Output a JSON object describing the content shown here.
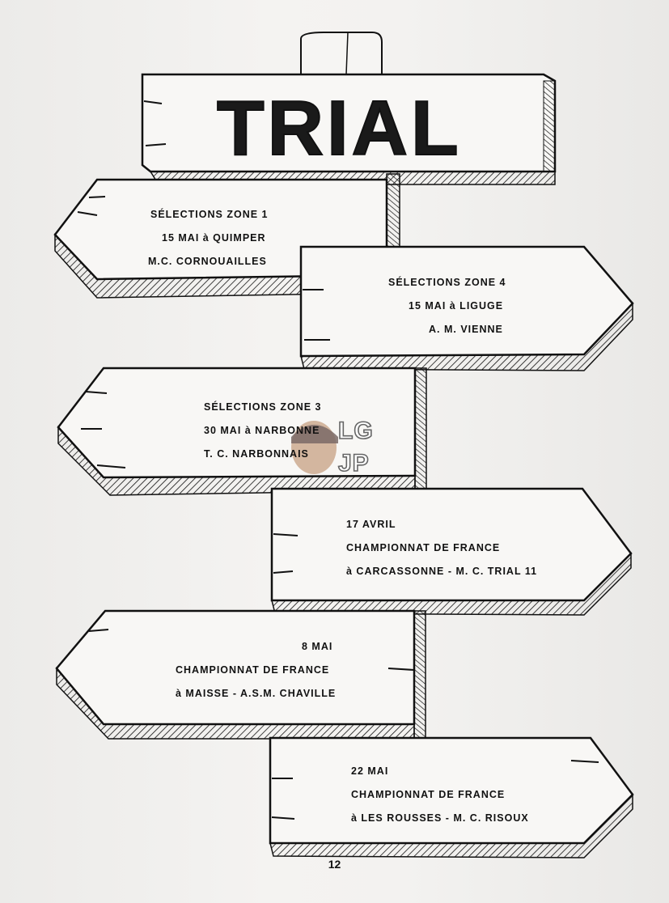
{
  "header": {
    "title": "TRIAL"
  },
  "signs": [
    {
      "lines": [
        "SÉLECTIONS ZONE 1",
        "15 MAI à QUIMPER",
        "M.C. CORNOUAILLES"
      ]
    },
    {
      "lines": [
        "SÉLECTIONS ZONE 4",
        "15 MAI à LIGUGE",
        "A. M. VIENNE"
      ]
    },
    {
      "lines": [
        "SÉLECTIONS ZONE 3",
        "30 MAI à NARBONNE",
        "T. C. NARBONNAIS"
      ]
    },
    {
      "lines": [
        "17 AVRIL",
        "CHAMPIONNAT DE FRANCE",
        "à CARCASSONNE - M. C. TRIAL 11"
      ]
    },
    {
      "lines": [
        "8 MAI",
        "CHAMPIONNAT DE FRANCE",
        "à MAISSE - A.S.M. CHAVILLE"
      ]
    },
    {
      "lines": [
        "22 MAI",
        "CHAMPIONNAT DE FRANCE",
        "à LES ROUSSES - M. C. RISOUX"
      ]
    }
  ],
  "watermark": {
    "line1": "LG",
    "line2": "JP"
  },
  "footer": {
    "page_number": "12"
  },
  "colors": {
    "ink": "#111111",
    "paper": "#f1f0ee"
  }
}
